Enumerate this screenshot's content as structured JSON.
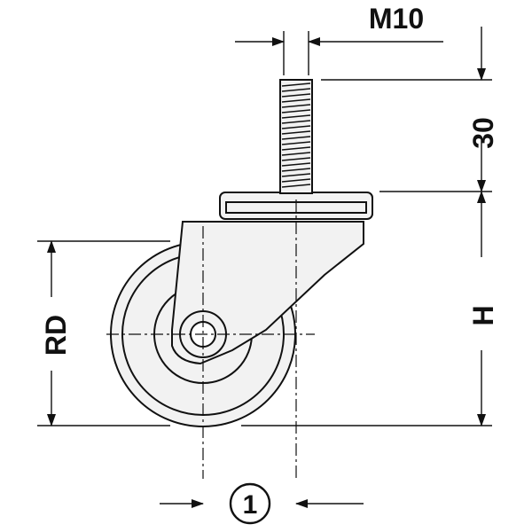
{
  "labels": {
    "thread": "M10",
    "stem_length": "30",
    "height": "H",
    "wheel_diameter": "RD",
    "offset_marker": "1"
  },
  "colors": {
    "line": "#111111",
    "fill": "#f2f2f2",
    "hatch": "#111111"
  }
}
